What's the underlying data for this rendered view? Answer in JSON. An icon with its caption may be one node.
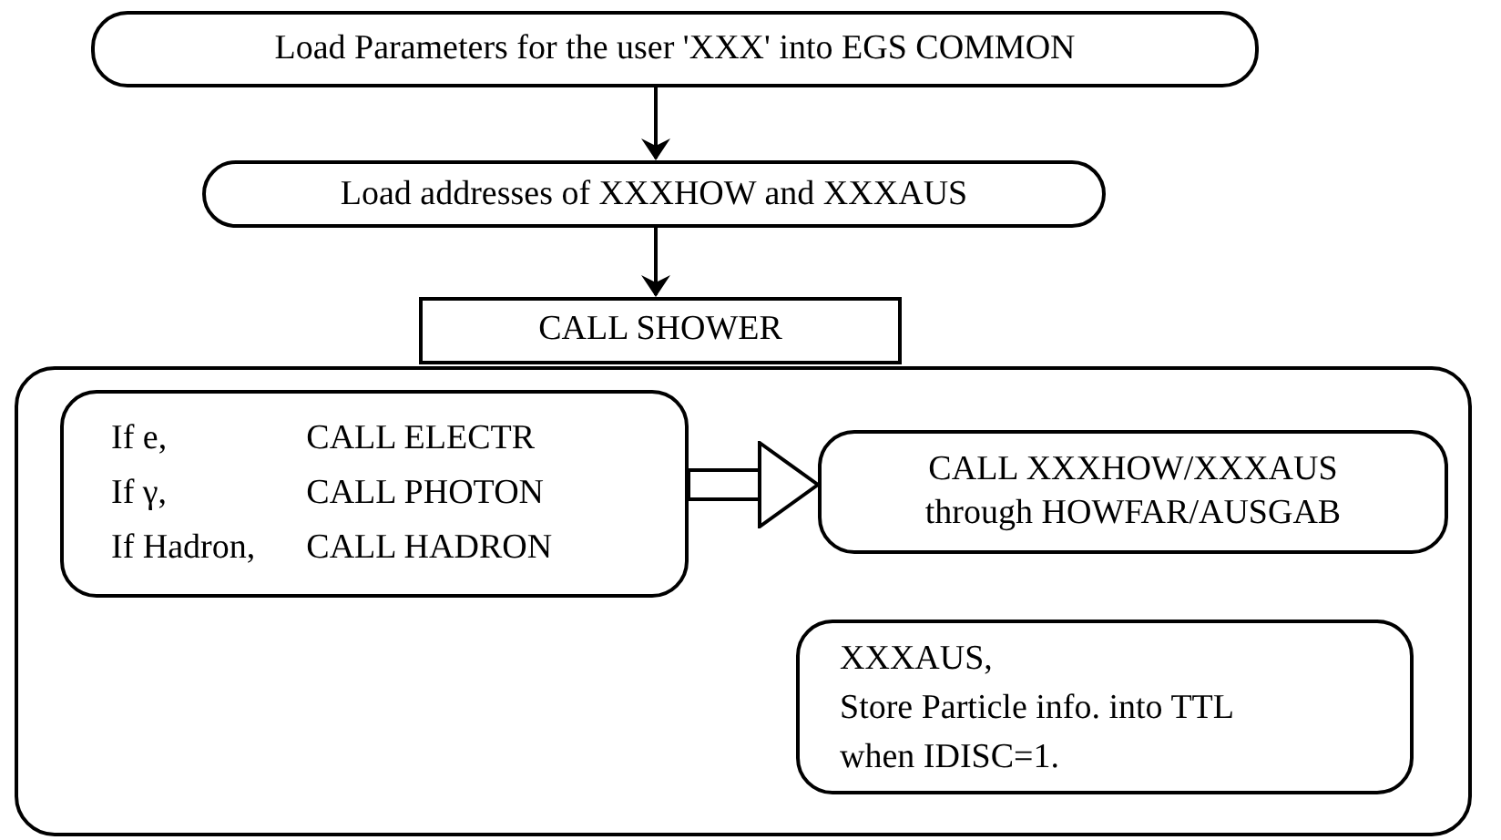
{
  "diagram": {
    "nodes": [
      {
        "text": [
          "Load Parameters for the user 'XXX' into EGS COMMON"
        ]
      },
      {
        "text": [
          "Load addresses of XXXHOW and XXXAUS"
        ]
      },
      {
        "text": [
          "CALL SHOWER"
        ]
      },
      {
        "text": [
          "If e,",
          "CALL ELECTR",
          "If γ,",
          "CALL PHOTON",
          "If Hadron,",
          "CALL HADRON"
        ],
        "in": 2
      },
      {
        "text": [
          "CALL XXXHOW/XXXAUS",
          "through HOWFAR/AUSGAB"
        ],
        "in": 2
      },
      {
        "text": [
          "XXXAUS,",
          "Store Particle info. into TTL",
          "when IDISC=1."
        ],
        "in": 2
      }
    ],
    "edges": [
      {
        "from": 0,
        "to": 1,
        "arrow": "to"
      },
      {
        "from": 1,
        "to": 2,
        "arrow": "to"
      },
      {
        "from": 3,
        "to": 4,
        "arrow": "to",
        "style": "thick"
      }
    ]
  }
}
